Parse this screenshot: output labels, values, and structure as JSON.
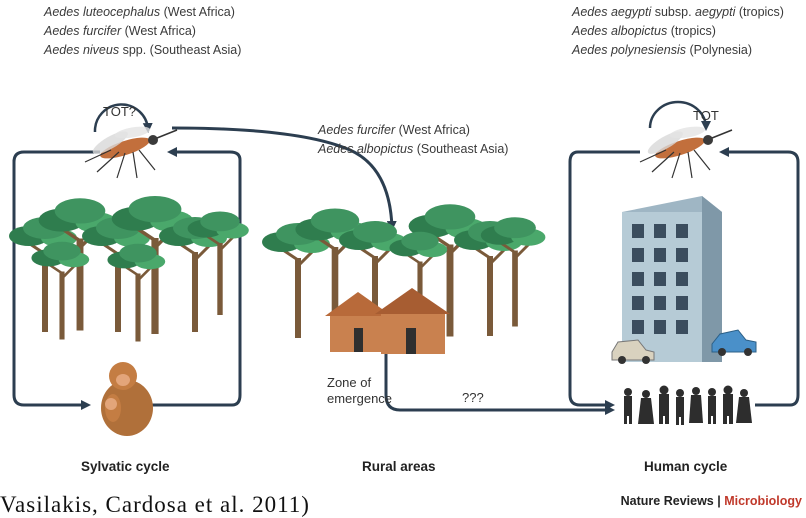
{
  "sylvatic_species": [
    {
      "genus": "Aedes",
      "species": "luteocephalus",
      "region": "(West Africa)"
    },
    {
      "genus": "Aedes",
      "species": "furcifer",
      "region": "(West Africa)"
    },
    {
      "genus": "Aedes",
      "species": "niveus",
      "region": "spp. (Southeast Asia)"
    }
  ],
  "urban_species": [
    {
      "genus": "Aedes",
      "species": "aegypti",
      "region": "subsp. ",
      "extra_italic": "aegypti",
      "extra": " (tropics)"
    },
    {
      "genus": "Aedes",
      "species": "albopictus",
      "region": "(tropics)"
    },
    {
      "genus": "Aedes",
      "species": "polynesiensis",
      "region": "(Polynesia)"
    }
  ],
  "rural_species": [
    {
      "genus": "Aedes",
      "species": "furcifer",
      "region": "(West Africa)"
    },
    {
      "genus": "Aedes",
      "species": "albopictus",
      "region": "(Southeast Asia)"
    }
  ],
  "loops": {
    "sylvatic_tot": "TOT?",
    "human_tot": "TOT"
  },
  "zone_label_line1": "Zone of",
  "zone_label_line2": "emergence",
  "unknown_path_label": "???",
  "captions": {
    "sylvatic": "Sylvatic cycle",
    "rural": "Rural areas",
    "human": "Human cycle"
  },
  "credit": {
    "journal": "Nature Reviews",
    "separator": " | ",
    "section": "Microbiology"
  },
  "cutoff_text": "Vasilakis, Cardosa et al. 2011)",
  "colors": {
    "arrow": "#2c3e50",
    "tree_canopy": "#3f9460",
    "trunk": "#7a5a3a",
    "hut_wall": "#c9814f",
    "building": "#9fb6c4",
    "monkey": "#b0703a",
    "mosquito_body": "#c26f3c"
  }
}
